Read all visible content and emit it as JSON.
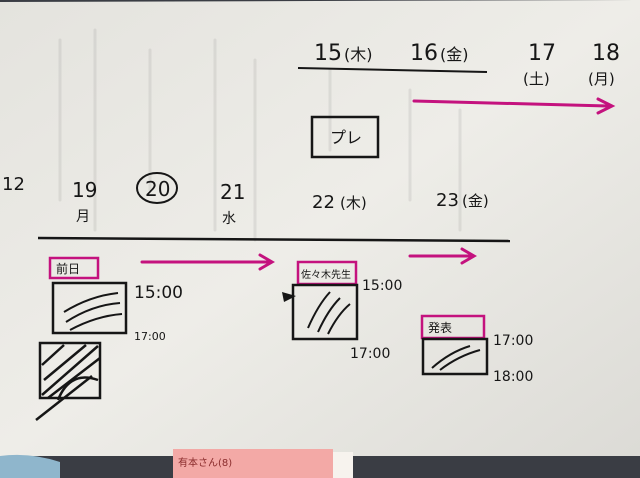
{
  "photo": {
    "subject": "handwritten schedule note on paper",
    "colors": {
      "paper": "#e9e8e3",
      "ink": "#161616",
      "marker": "#c4127e",
      "sticky": "#f3a9a6",
      "wall": "#3a3d44"
    }
  },
  "upper_row": {
    "days": [
      {
        "date": "15",
        "weekday": "(木)"
      },
      {
        "date": "16",
        "weekday": "(金)"
      },
      {
        "date": "17",
        "weekday": "(土)"
      },
      {
        "date": "18",
        "weekday": "(月)"
      }
    ],
    "box_label": "プレ"
  },
  "lower_row": {
    "month": "12",
    "days": [
      {
        "date": "19",
        "weekday": "月"
      },
      {
        "date": "20",
        "weekday": ""
      },
      {
        "date": "21",
        "weekday": "水"
      },
      {
        "date": "22",
        "weekday": "(木)"
      },
      {
        "date": "23",
        "weekday": "(金)"
      }
    ]
  },
  "events": [
    {
      "tag": "前日",
      "start": "15:00",
      "end": "17:00"
    },
    {
      "tag": "佐々木先生",
      "start": "15:00",
      "end": "17:00"
    },
    {
      "tag": "発表",
      "start": "17:00",
      "end": "18:00"
    }
  ],
  "sticky_note": {
    "text": "有本さん(8)"
  }
}
